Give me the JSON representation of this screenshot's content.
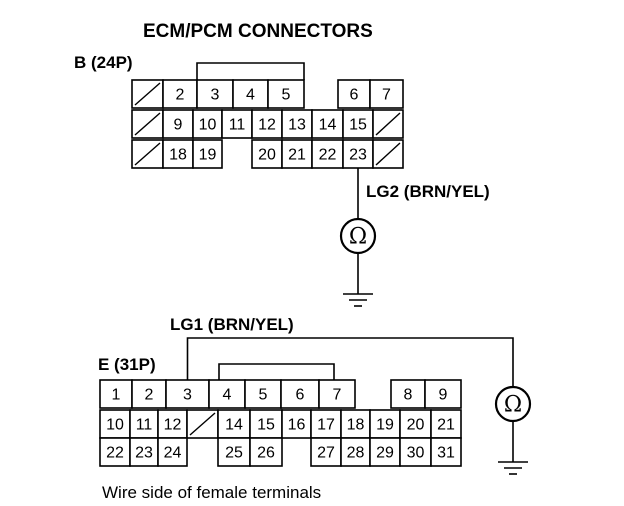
{
  "title": "ECM/PCM CONNECTORS",
  "connector_b": {
    "label": "B (24P)",
    "wire_label": "LG2 (BRN/YEL)",
    "rows": [
      [
        "",
        "2",
        "3",
        "4",
        "5",
        null,
        "6",
        "7"
      ],
      [
        "",
        "9",
        "10",
        "11",
        "12",
        "13",
        "14",
        "15",
        ""
      ],
      [
        "",
        "18",
        "19",
        null,
        "20",
        "21",
        "22",
        "23",
        ""
      ]
    ],
    "probe_pin": "23"
  },
  "connector_e": {
    "label": "E (31P)",
    "wire_label": "LG1 (BRN/YEL)",
    "rows": [
      [
        "1",
        "2",
        "3",
        "4",
        "5",
        "6",
        "7",
        null,
        "8",
        "9"
      ],
      [
        "10",
        "11",
        "12",
        "",
        "14",
        "15",
        "16",
        "17",
        "18",
        "19",
        "20",
        "21"
      ],
      [
        "22",
        "23",
        "24",
        null,
        "25",
        "26",
        null,
        "27",
        "28",
        "29",
        "30",
        "31"
      ]
    ],
    "probe_pin": "3"
  },
  "meter_symbol": "Ω",
  "caption": "Wire side of female terminals"
}
